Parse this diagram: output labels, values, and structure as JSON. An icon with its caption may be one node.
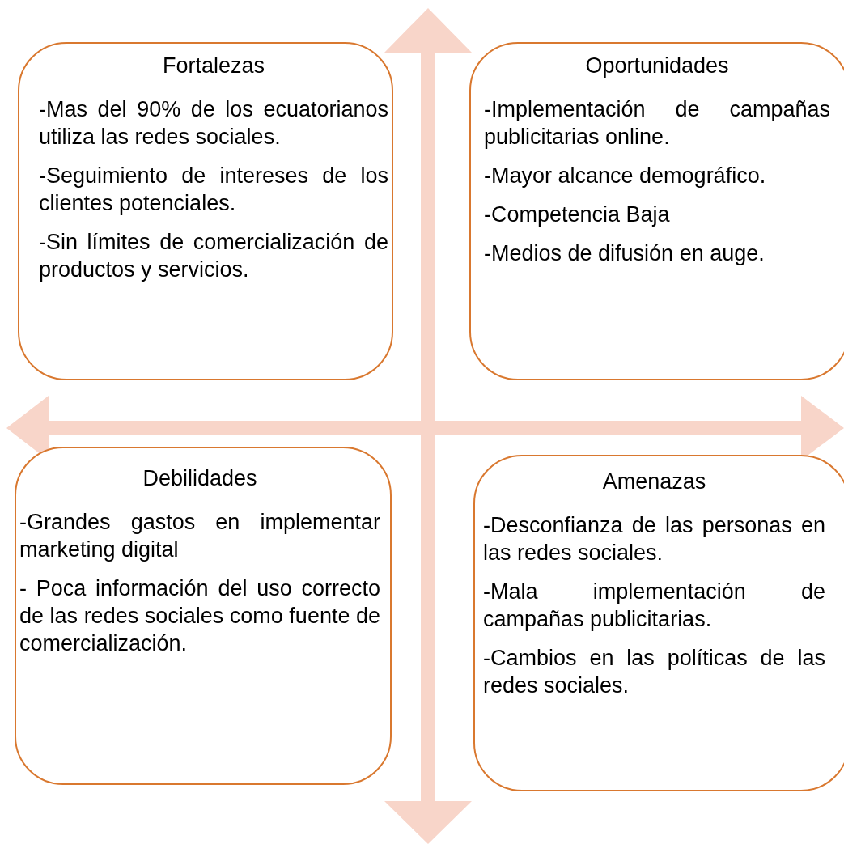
{
  "diagram": {
    "nodes": [
      {
        "text": [
          "Fortalezas",
          "-Mas del 90% de los ecuatorianos utiliza las redes sociales.",
          "-Seguimiento de intereses de los clientes potenciales.",
          "-Sin límites de comercialización de productos y servicios."
        ]
      },
      {
        "text": [
          "Oportunidades",
          "-Implementación de campañas publicitarias online.",
          "-Mayor alcance demográfico.",
          "-Competencia Baja",
          "-Medios de difusión en auge."
        ]
      },
      {
        "text": [
          "Debilidades",
          "-Grandes gastos en implementar marketing digital",
          "- Poca información del uso correcto de las redes sociales como fuente de comercialización."
        ]
      },
      {
        "text": [
          "Amenazas",
          "-Desconfianza de las personas en las redes sociales.",
          "-Mala implementación de campañas publicitarias.",
          "-Cambios en las políticas de las redes sociales."
        ]
      }
    ],
    "edges": []
  }
}
